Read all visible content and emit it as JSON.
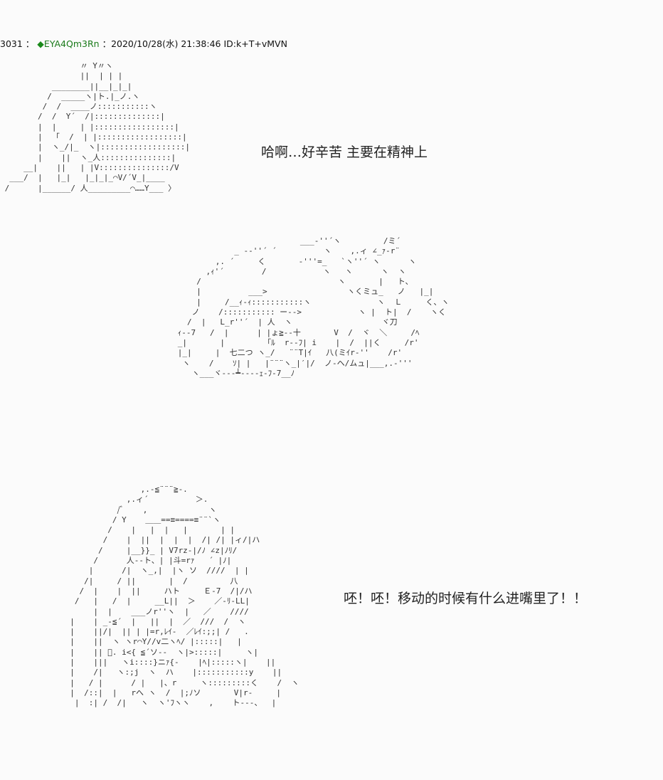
{
  "post": {
    "number": "3031",
    "separator": "：",
    "trip_mark": "◆",
    "trip": "EYA4Qm3Rn",
    "date_sep": "：",
    "datetime": "2020/10/28(水) 21:38:46",
    "id": "ID:k+T+vMVN"
  },
  "dialogue": {
    "line1": "哈啊…好辛苦 主要在精神上",
    "line2": "呸！呸！移动的时候有什么进嘴里了！！"
  },
  "art": {
    "art1": "                 〃 Y〃ヽ\n                 ||  | | |\n           ________||__|_|_|\n          /  _____ヽ|ト.|_ノ.ヽ\n         /  /  ____ノ:::::::::::ヽ\n        /  /  Y´  /|::::::::::::::|\n        |  |     | |:::::::::::::::::|\n        |  「  /  | |::::::::::::::::::|\n        |  ヽ_/|_  ヽ|::::::::::::::::::|\n        |    ||  ヽ_人:::::::::::::::|\n     __|    ||   | |V:::::::::::::::/V\n  ___/  |   |_|   |_|_|_⌒V/´V_|____\n /      |______/ 人_________⌒……Y___ 〉",
    "art2": "                                ___‐''´ヽ         /ミ´\n                  _ -‐''´ ´          ヽ    ,.ィ ∠_ｧ‐r¨\n              ,. ´     く       ‐'''=_   `ヽ''´ ヽ      ヽ\n            ,ｨ'´        /            ヽ   ヽ      ヽ  ヽ\n          /                             ヽ       |   ト、\n          |          ___>                 ヽくミュ_   ノ   |_|\n          |     /__ｨ‐ｨ:::::::::::ヽ              ヽ  Ｌ     く、ヽ\n         ノ    /::::::::::: ー‐‐>            ヽ |  ト|  /    ヽく\n        /  |   L_r''´  | 人  ヽ                   ヾ刀\n      ｨ‐‐7   /  |      | |ょ≧‐‐十       V  /  ヾ  ＼     /ﾍ\n      _|       |         ｢ﾙ  r‐‐ﾌ| i    |  /  ||く     /r'\n      |_|     |  七二つ ヽ_/   ¨¨T|ｲ   八(ミｲr‐''    /r'\n       ヽ    /    ｿ| |   |¨¨¨ヽ_|′|/  ノ‐ヘ/ムュ|___,.‐'''\n         ヽ___ヾ‐‐‐┷‐‐‐‐ｪ‐ﾌ‐7__ﾉ",
    "art3": "                 ,.-≦¨¨¨≧‐.\n              ,.ィ´          ＞.\n            /ﾞ    ,             ヽ\n           / Y    ＿＿==≡====≡¨¨`ヽ\n          /    |   |  |   |       | |\n         /    |  ||  |  |  |  /| /| |ィ/|ハ\n        /     |__}}_ | V7rz‐|/ﾉ ∠z|ﾉﾘ/\n       /      人‐‐ト、| |斗=rｧ   ´ |ﾉ|\n      |      /|  ヽ_,|  |ヽ ソ  ////  | |\n     /|     / ||       |  /         八\n    /  |    |  ||     ハト     Ｅ‐7  /|/ハ\n   /   |   /  |     __L||  ＞    ／‐ﾘ‐LL|\n       |  |    ___ノr''ヽ  |   ／    //// \n  |    | _-≦´  |   ||  |  ／  ///  /  ヽ\n  |    ||/|  || | |=r,ﾚｲ‐  ／ﾚｲ:;;| /   .\n  |    ||  ヽ ヽr⌒Y//v二ヽﾍ/ |:::::|   |\n  |    || ﾞ. i<{ ≦´ソ‐‐  ヽ|>:::::|     ヽ|\n  |    |||   ヽi::::}ニｧ{‐    |ﾍ|:::::ヽ|    ||\n  |    /|   ヽ:;j  ヽ  ハ    |:::::::::::y    ||\n  |   / |      / |   |、r     ヽ:::::::::く    /  ヽ\n  |  /::|  |   rへ ヽ  /  |;ﾉソ       V|r‐     |\n   |  :| /  /|   ヽ  ヽ'ﾌヽヽ    ,    ト‐‐‐、  |"
  }
}
